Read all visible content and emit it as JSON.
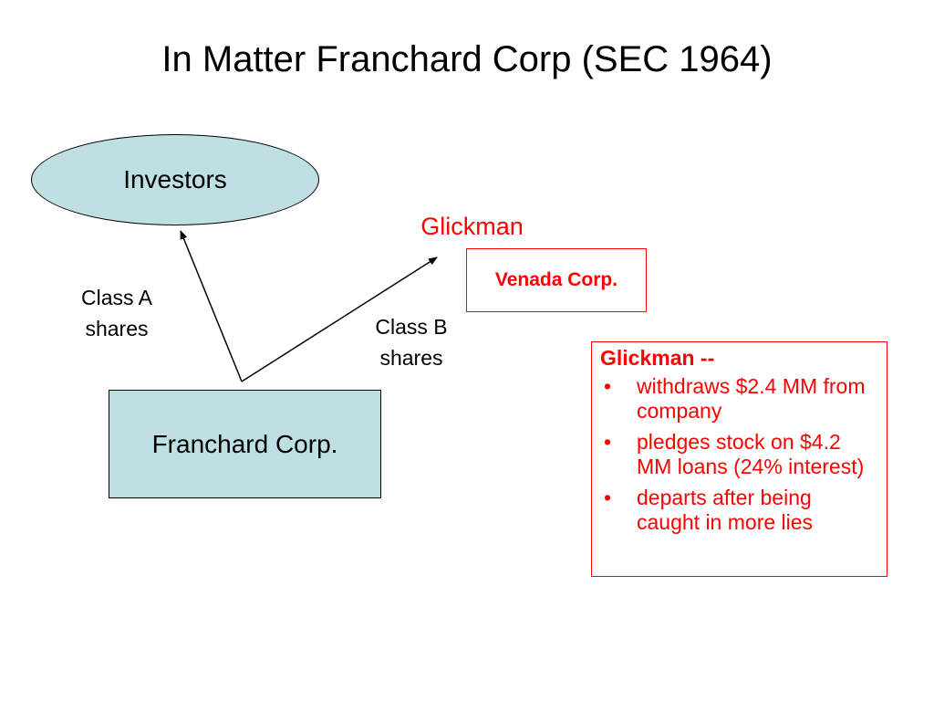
{
  "slide": {
    "title": "In Matter Franchard Corp (SEC 1964)"
  },
  "diagram": {
    "investors": "Investors",
    "franchard": "Franchard Corp.",
    "glickman": "Glickman",
    "venada": "Venada Corp.",
    "class_a": [
      "Class A",
      "shares"
    ],
    "class_b": [
      "Class B",
      "shares"
    ]
  },
  "notes": {
    "heading": "Glickman --",
    "items": [
      "withdraws $2.4 MM from company",
      "pledges stock on $4.2 MM loans (24% interest)",
      "departs after being caught in more lies"
    ]
  },
  "colors": {
    "shape_fill": "#bfe0e3",
    "accent": "#ff0000",
    "text": "#000000"
  }
}
